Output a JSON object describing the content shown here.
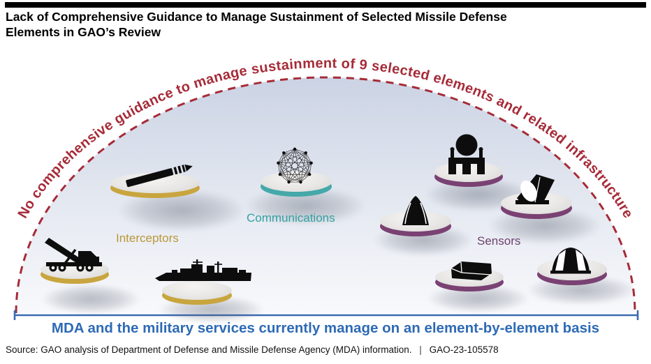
{
  "title": {
    "line1": "Lack of Comprehensive Guidance to Manage Sustainment of Selected Missile Defense",
    "line2": "Elements in GAO’s Review"
  },
  "arc_label": {
    "text": "No comprehensive guidance to manage sustainment of 9 selected elements and related infrastructure",
    "color": "#A62B38"
  },
  "groups": [
    {
      "label": "Interceptors",
      "label_color": "#BA9839",
      "platform_color": "#C8A53E",
      "items": [
        {
          "icon": "missile-icon"
        },
        {
          "icon": "launcher-truck-icon"
        },
        {
          "icon": "ship-icon"
        }
      ]
    },
    {
      "label": "Communications",
      "label_color": "#33A0A2",
      "platform_color": "#45A8A9",
      "items": [
        {
          "icon": "network-mesh-icon"
        }
      ]
    },
    {
      "label": "Sensors",
      "label_color": "#6E3F6E",
      "platform_color": "#7A4173",
      "items": [
        {
          "icon": "radar-dome-icon"
        },
        {
          "icon": "cone-radar-icon"
        },
        {
          "icon": "tilted-radar-icon"
        },
        {
          "icon": "box-radar-icon"
        },
        {
          "icon": "geodesic-dome-icon"
        }
      ]
    }
  ],
  "banner": {
    "text": "MDA and the military services currently manage on an element-by-element basis",
    "color": "#2E6AB5"
  },
  "source": {
    "prefix": "Source: GAO analysis of Department of Defense and Missile Defense Agency (MDA) information.",
    "separator": "|",
    "report_id": "GAO-23-105578"
  }
}
